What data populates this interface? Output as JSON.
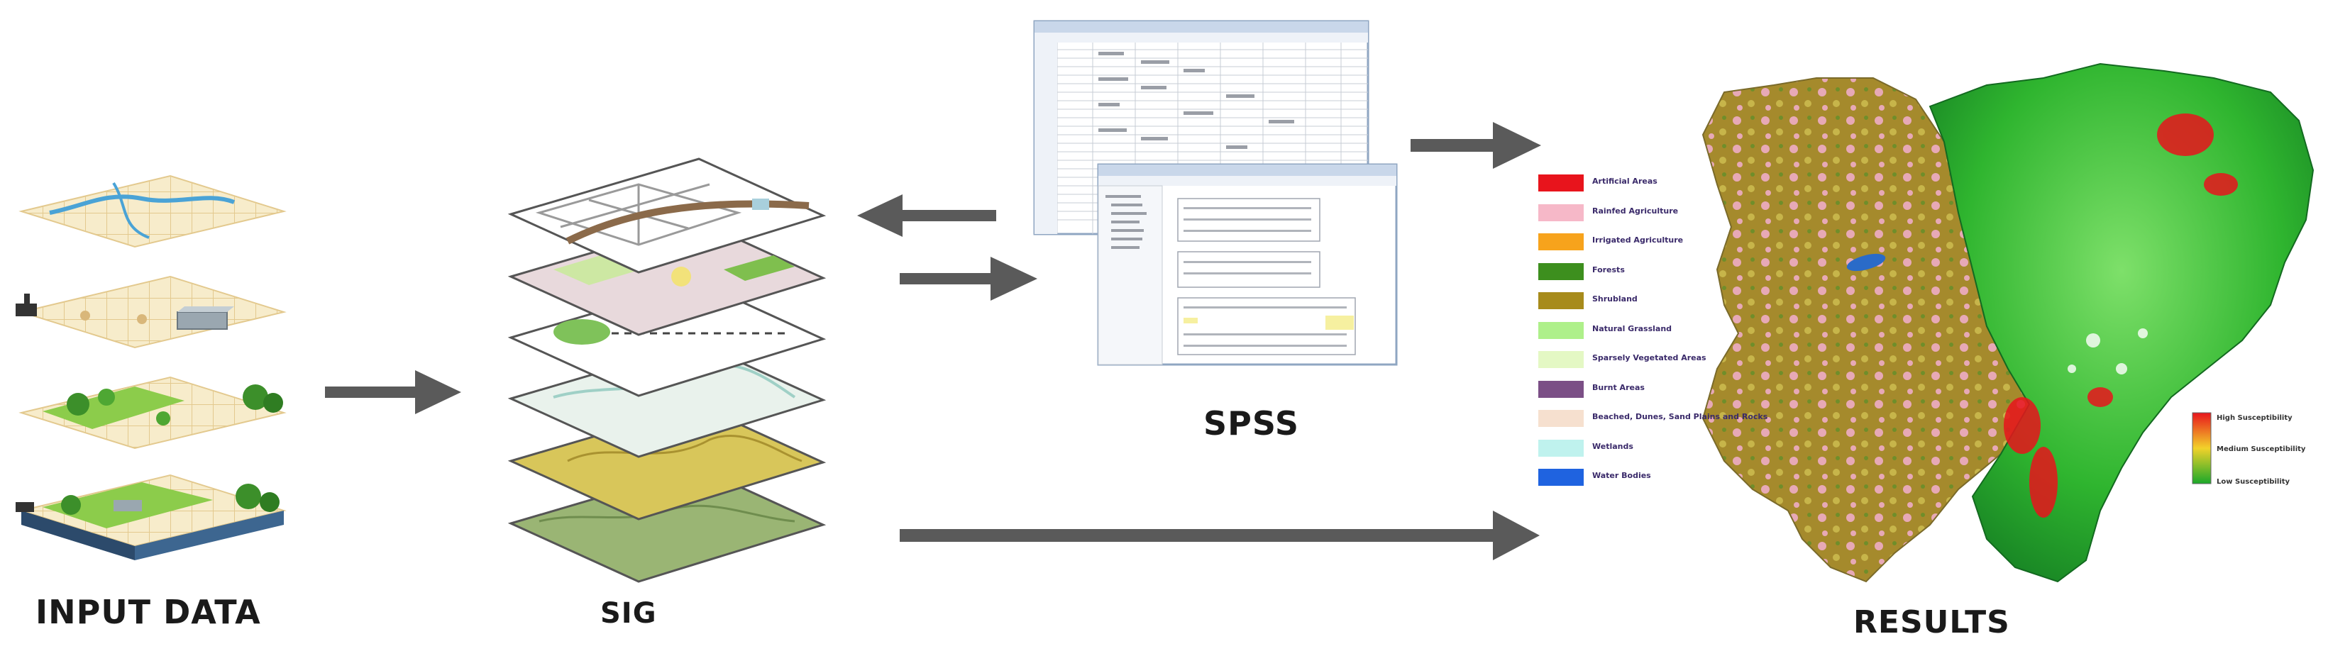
{
  "labels": {
    "input": "INPUT DATA",
    "sig": "SIG",
    "spss": "SPSS",
    "results": "RESULTS"
  },
  "legend": [
    {
      "label": "Artificial Areas",
      "color": "#e8141c"
    },
    {
      "label": "Rainfed Agriculture",
      "color": "#f6b8c8"
    },
    {
      "label": "Irrigated Agriculture",
      "color": "#f7a31c"
    },
    {
      "label": "Forests",
      "color": "#3d8f1e"
    },
    {
      "label": "Shrubland",
      "color": "#a78b1b"
    },
    {
      "label": "Natural Grassland",
      "color": "#aef08a"
    },
    {
      "label": "Sparsely Vegetated Areas",
      "color": "#e4f8c4"
    },
    {
      "label": "Burnt Areas",
      "color": "#7b4f86"
    },
    {
      "label": "Beached, Dunes, Sand Plains and Rocks",
      "color": "#f6e0cf"
    },
    {
      "label": "Wetlands",
      "color": "#bff2ee"
    },
    {
      "label": "Water Bodies",
      "color": "#1f63e0"
    }
  ],
  "susceptibility": {
    "high": "High Susceptibility",
    "medium": "Medium Susceptibility",
    "low": "Low Susceptibility"
  },
  "colors": {
    "arrow": "#5a5a5a",
    "grid_bg": "#f7eccb",
    "grid_line": "#e3c98e",
    "susc_high": "#e8141c",
    "susc_medium": "#f2d22a",
    "susc_low": "#1aa82a"
  }
}
